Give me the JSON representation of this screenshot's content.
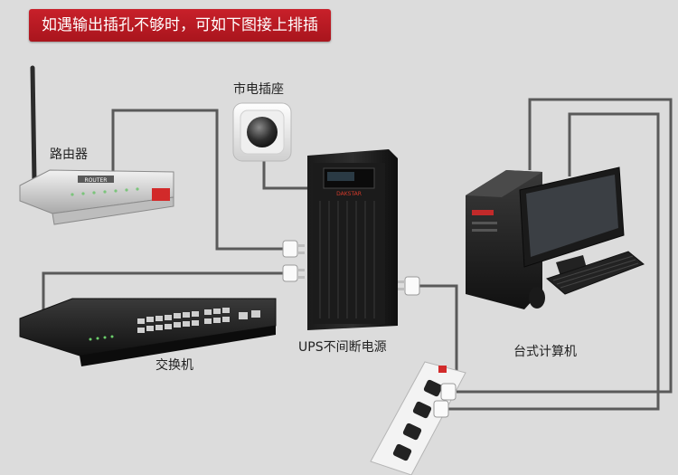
{
  "banner": "如遇输出插孔不够时，可如下图接上排插",
  "labels": {
    "router": "路由器",
    "outlet": "市电插座",
    "switch": "交换机",
    "ups": "UPS不间断电源",
    "computer": "台式计算机"
  },
  "device_text": {
    "router_brand": "ROUTER",
    "ups_brand": "DAKSTAR"
  },
  "colors": {
    "banner_red": "#b81a22",
    "cable": "#5a5a5a",
    "background": "#dcdcdc"
  }
}
